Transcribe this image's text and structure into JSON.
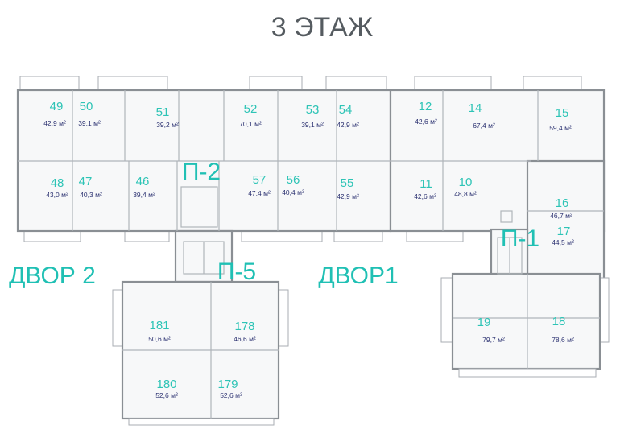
{
  "floor_title": "3 ЭТАЖ",
  "courtyards": [
    {
      "key": "dvor2",
      "label": "ДВОР 2"
    },
    {
      "key": "dvor1",
      "label": "ДВОР1"
    }
  ],
  "entrances": [
    {
      "key": "p2",
      "label": "П-2"
    },
    {
      "key": "p5",
      "label": "П-5"
    },
    {
      "key": "p1",
      "label": "П-1"
    }
  ],
  "apartments": [
    {
      "number": "49",
      "area": "42,9 м²"
    },
    {
      "number": "50",
      "area": "39,1 м²"
    },
    {
      "number": "51",
      "area": "39,2 м²"
    },
    {
      "number": "52",
      "area": "70,1 м²"
    },
    {
      "number": "53",
      "area": "39,1 м²"
    },
    {
      "number": "54",
      "area": "42,9 м²"
    },
    {
      "number": "12",
      "area": "42,6 м²"
    },
    {
      "number": "14",
      "area": "67,4 м²"
    },
    {
      "number": "15",
      "area": "59,4 м²"
    },
    {
      "number": "48",
      "area": "43,0 м²"
    },
    {
      "number": "47",
      "area": "40,3 м²"
    },
    {
      "number": "46",
      "area": "39,4 м²"
    },
    {
      "number": "57",
      "area": "47,4 м²"
    },
    {
      "number": "56",
      "area": "40,4 м²"
    },
    {
      "number": "55",
      "area": "42,9 м²"
    },
    {
      "number": "11",
      "area": "42,6 м²"
    },
    {
      "number": "10",
      "area": "48,8 м²"
    },
    {
      "number": "16",
      "area": "46,7 м²"
    },
    {
      "number": "17",
      "area": "44,5 м²"
    },
    {
      "number": "181",
      "area": "50,6 м²"
    },
    {
      "number": "178",
      "area": "46,6 м²"
    },
    {
      "number": "180",
      "area": "52,6 м²"
    },
    {
      "number": "179",
      "area": "52,6 м²"
    },
    {
      "number": "19",
      "area": "79,7 м²"
    },
    {
      "number": "18",
      "area": "78,6 м²"
    }
  ],
  "colors": {
    "label": "#2ec4b6",
    "zone": "#20c0b4",
    "area": "#2a3070",
    "wall": "#8a8f94",
    "title": "#555b60"
  }
}
